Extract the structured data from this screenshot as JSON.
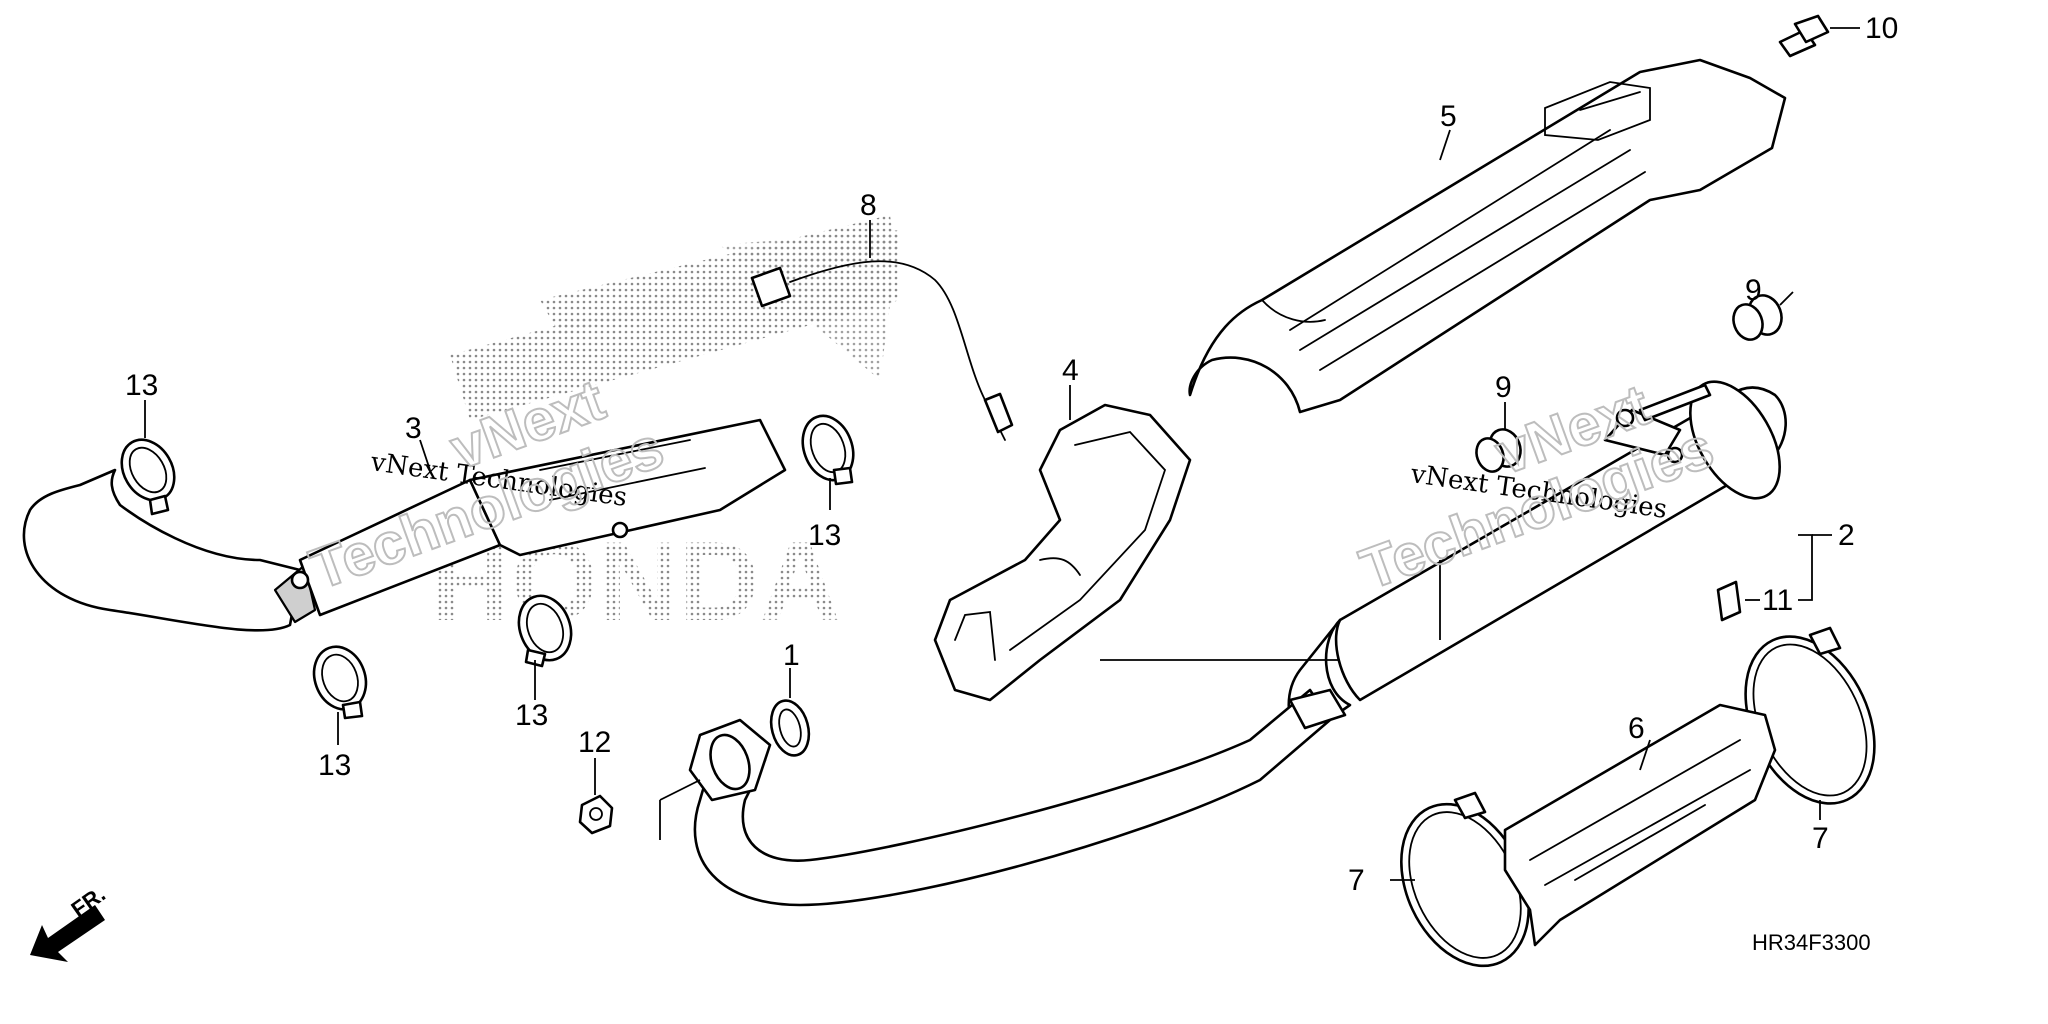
{
  "diagram": {
    "callouts": {
      "c1": "1",
      "c2": "2",
      "c3": "3",
      "c4": "4",
      "c5": "5",
      "c6": "6",
      "c7a": "7",
      "c7b": "7",
      "c8": "8",
      "c9a": "9",
      "c9b": "9",
      "c10": "10",
      "c11": "11",
      "c12": "12",
      "c13a": "13",
      "c13b": "13",
      "c13c": "13",
      "c13d": "13"
    },
    "diagram_code": "HR34F3300",
    "front_label": "FR.",
    "watermark": {
      "text_left": "vNext Technologies",
      "text_right": "vNext Technologies",
      "outline_text": "Technologies",
      "outline_text_2": "vNext"
    },
    "logo_text": "HONDA"
  }
}
